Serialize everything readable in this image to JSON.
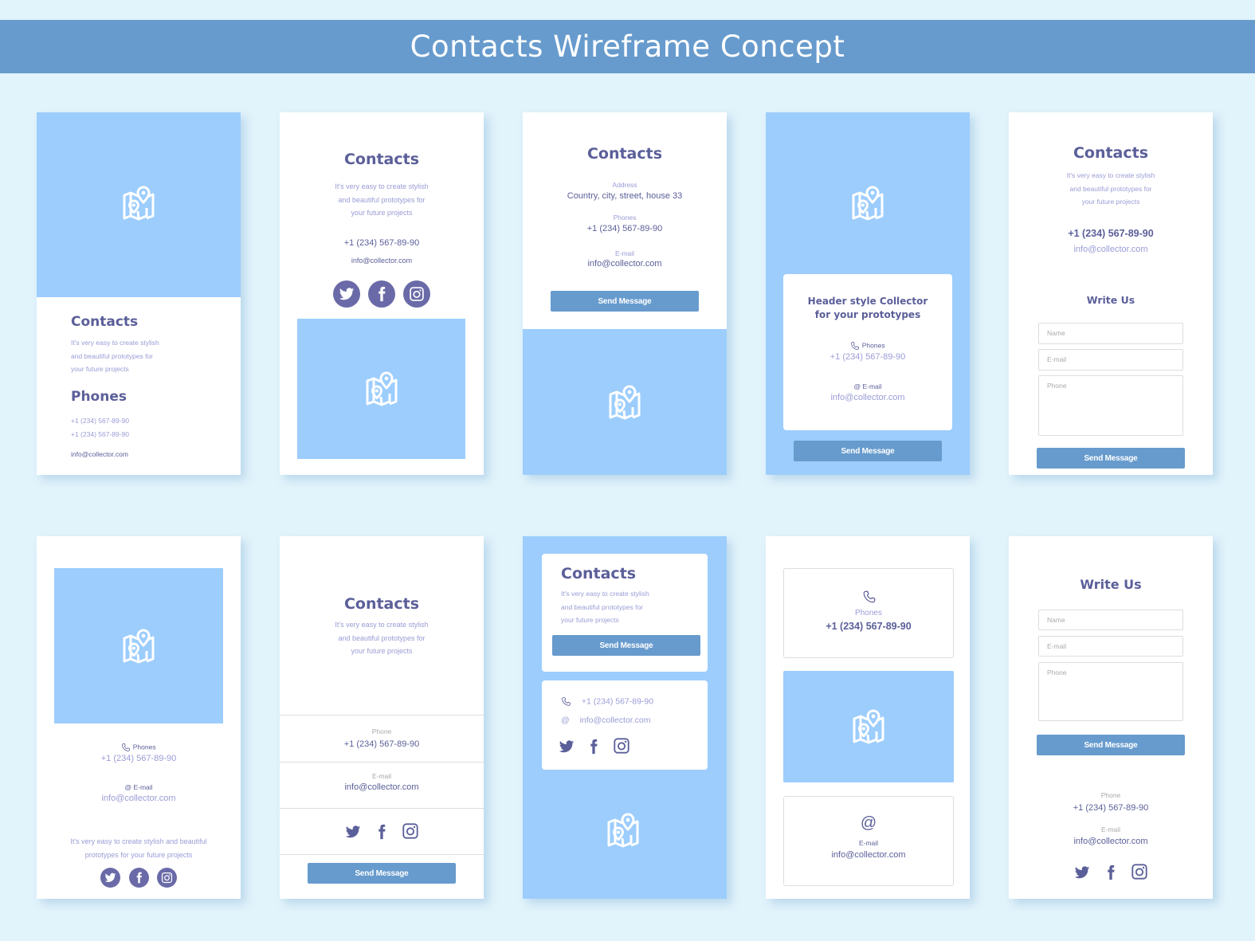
{
  "page": {
    "title": "Contacts Wireframe Concept",
    "colors": {
      "background": "#e1f3fb",
      "banner": "#679bcd",
      "map_block": "#9ccdfd",
      "button": "#679bcd",
      "heading_text": "#5b5f99",
      "muted_text": "#9a9cd6"
    }
  },
  "common": {
    "title": "Contacts",
    "desc_line1": "It's very easy to create stylish",
    "desc_line2": "and beautiful prototypes for",
    "desc_line3": "your future projects",
    "phone": "+1 (234) 567-89-90",
    "email": "info@collector.com",
    "send": "Send Message",
    "map_icon": "map-pin-icon"
  },
  "cards": {
    "c1": {
      "title": "Contacts",
      "phones_heading": "Phones",
      "phone1": "+1 (234) 567-89-90",
      "phone2": "+1 (234) 567-89-90",
      "email": "info@collector.com"
    },
    "c2": {
      "social": [
        "twitter-icon",
        "facebook-icon",
        "instagram-icon"
      ]
    },
    "c3": {
      "address_label": "Address",
      "address": "Country, city, street, house 33",
      "phones_label": "Phones",
      "email_label": "E-mail"
    },
    "c4": {
      "heading_line1": "Header style Collector",
      "heading_line2": "for your prototypes",
      "phones_label": "Phones",
      "email_label": "E-mail"
    },
    "c5": {
      "write_us": "Write Us",
      "name_placeholder": "Name",
      "email_placeholder": "E-mail",
      "phone_placeholder": "Phone"
    },
    "c6": {
      "phones_label": "Phones",
      "email_label": "E-mail",
      "desc_line1": "It's very easy to create stylish and beautiful",
      "desc_line2": "prototypes for your future projects"
    },
    "c7": {
      "phone_label": "Phone",
      "email_label": "E-mail"
    },
    "c9": {
      "phones_label": "Phones",
      "email_label": "E-mail",
      "at_symbol": "@"
    },
    "c10": {
      "write_us": "Write Us",
      "name_placeholder": "Name",
      "email_placeholder": "E-mail",
      "phone_placeholder": "Phone",
      "phone_label": "Phone",
      "email_label": "E-mail"
    }
  }
}
